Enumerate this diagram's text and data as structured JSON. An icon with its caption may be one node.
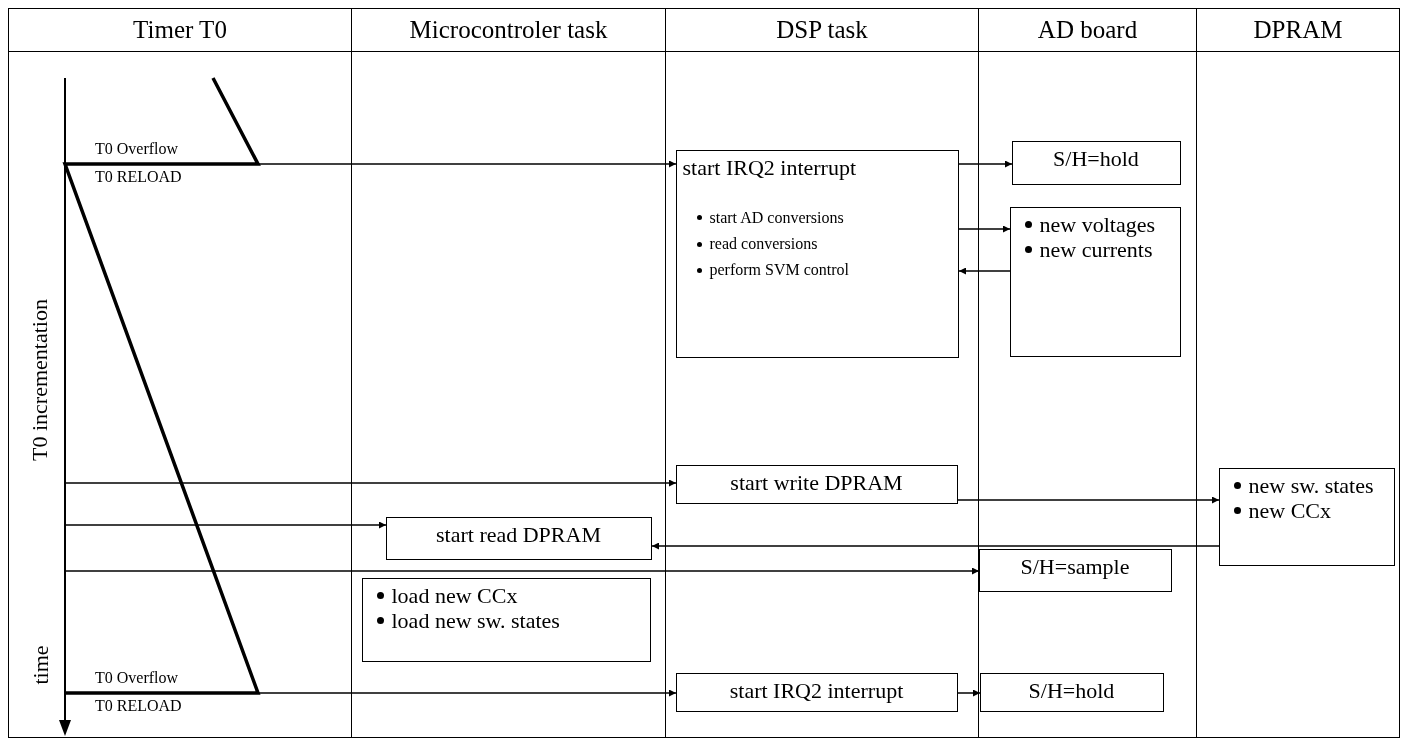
{
  "diagram": {
    "nodes": [
      {
        "text": [
          "Timer T0"
        ]
      },
      {
        "text": [
          "Microcontroler task"
        ]
      },
      {
        "text": [
          "DSP task"
        ]
      },
      {
        "text": [
          "AD board"
        ]
      },
      {
        "text": [
          "DPRAM"
        ]
      },
      {
        "text": [
          "start IRQ2 interrupt",
          "start AD conversions",
          "read conversions",
          "perform SVM control"
        ],
        "in": 2
      },
      {
        "text": [
          "S/H=hold"
        ],
        "in": 3
      },
      {
        "text": [
          "new voltages",
          "new currents"
        ],
        "in": 3
      },
      {
        "text": [
          "start write DPRAM"
        ],
        "in": 2
      },
      {
        "text": [
          "new sw. states",
          "new CCx"
        ],
        "in": 4
      },
      {
        "text": [
          "start read DPRAM"
        ],
        "in": 1
      },
      {
        "text": [
          "S/H=sample"
        ],
        "in": 3
      },
      {
        "text": [
          "load new CCx",
          "load new sw. states"
        ],
        "in": 1
      },
      {
        "text": [
          "start IRQ2 interrupt"
        ],
        "in": 2
      },
      {
        "text": [
          "S/H=hold"
        ],
        "in": 3
      }
    ],
    "edges": [
      {
        "from": 0,
        "to": 5,
        "arrow": "to"
      },
      {
        "from": 5,
        "to": 6,
        "arrow": "to"
      },
      {
        "from": 5,
        "to": 7,
        "arrow": "to"
      },
      {
        "from": 7,
        "to": 5,
        "arrow": "to"
      },
      {
        "from": 0,
        "to": 8,
        "arrow": "to"
      },
      {
        "from": 8,
        "to": 9,
        "arrow": "to"
      },
      {
        "from": 0,
        "to": 10,
        "arrow": "to"
      },
      {
        "from": 9,
        "to": 10,
        "arrow": "to"
      },
      {
        "from": 0,
        "to": 11,
        "arrow": "to"
      },
      {
        "from": 0,
        "to": 13,
        "arrow": "to"
      },
      {
        "from": 13,
        "to": 14,
        "arrow": "to"
      }
    ],
    "labels": [
      "T0 Overflow",
      "T0 RELOAD",
      "T0 incrementation",
      "time",
      "T0 Overflow",
      "T0 RELOAD"
    ]
  }
}
